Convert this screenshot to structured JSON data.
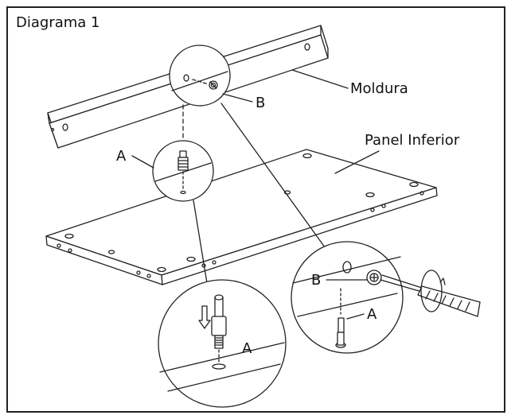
{
  "diagram": {
    "title": "Diagrama 1",
    "labels": {
      "moldura": "Moldura",
      "panel_inferior": "Panel Inferior",
      "b_top": "B",
      "a_left": "A",
      "a_bottom_detail": "A",
      "b_right_detail": "B",
      "a_right_detail": "A"
    },
    "colors": {
      "line": "#222222",
      "background": "#ffffff"
    }
  }
}
